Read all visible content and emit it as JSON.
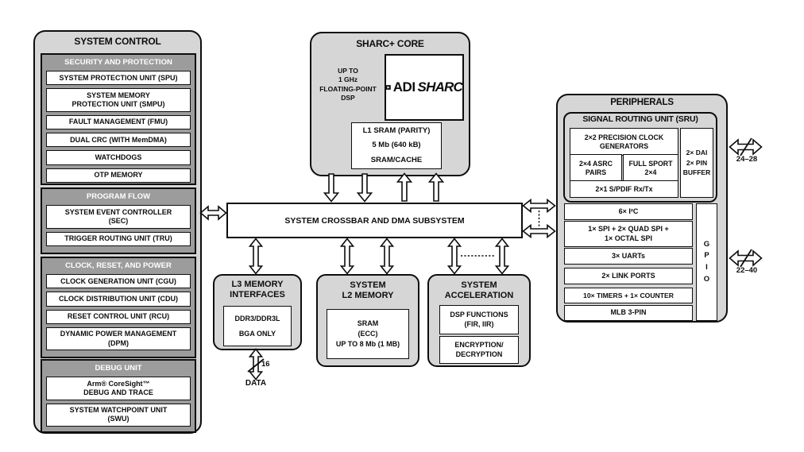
{
  "system_control": {
    "title": "SYSTEM CONTROL",
    "sections": [
      {
        "header": "SECURITY AND PROTECTION",
        "items": [
          "SYSTEM PROTECTION UNIT (SPU)",
          "SYSTEM MEMORY\nPROTECTION UNIT (SMPU)",
          "FAULT MANAGEMENT (FMU)",
          "DUAL CRC (WITH MemDMA)",
          "WATCHDOGS",
          "OTP MEMORY"
        ]
      },
      {
        "header": "PROGRAM FLOW",
        "items": [
          "SYSTEM EVENT CONTROLLER\n(SEC)",
          "TRIGGER ROUTING UNIT (TRU)"
        ]
      },
      {
        "header": "CLOCK, RESET, AND POWER",
        "items": [
          "CLOCK GENERATION UNIT (CGU)",
          "CLOCK DISTRIBUTION UNIT (CDU)",
          "RESET CONTROL UNIT (RCU)",
          "DYNAMIC POWER MANAGEMENT\n(DPM)"
        ]
      },
      {
        "header": "DEBUG UNIT",
        "items": [
          "Arm® CoreSight™\nDEBUG AND TRACE",
          "SYSTEM WATCHPOINT UNIT\n(SWU)"
        ]
      }
    ]
  },
  "sharc_core": {
    "title": "SHARC+ CORE",
    "dsp_text": "UP TO\n1 GHz\nFLOATING-POINT\nDSP",
    "logo_adi": "ADI",
    "logo_sharc": "SHARC",
    "l1_text": "L1 SRAM (PARITY)\n5 Mb (640 kB)\nSRAM/CACHE"
  },
  "crossbar": {
    "label": "SYSTEM CROSSBAR AND DMA SUBSYSTEM"
  },
  "l3_memory": {
    "title": "L3 MEMORY\nINTERFACES",
    "box": "DDR3/DDR3L\nBGA ONLY",
    "bus_width": "16",
    "bus_label": "DATA"
  },
  "l2_memory": {
    "title": "SYSTEM\nL2 MEMORY",
    "box": "SRAM\n(ECC)\nUP TO 8 Mb (1 MB)"
  },
  "acceleration": {
    "title": "SYSTEM\nACCELERATION",
    "boxes": [
      "DSP FUNCTIONS\n(FIR, IIR)",
      "ENCRYPTION/\nDECRYPTION"
    ]
  },
  "peripherals": {
    "title": "PERIPHERALS",
    "sru": {
      "title": "SIGNAL ROUTING UNIT (SRU)",
      "clock_gen": "2×2 PRECISION CLOCK\nGENERATORS",
      "asrc": "2×4 ASRC\nPAIRS",
      "sport": "FULL SPORT\n2×4",
      "spdif": "2×1 S/PDIF Rx/Tx",
      "dai": "2× DAI\n2× PIN\nBUFFER"
    },
    "items": [
      "6× I²C",
      "1× SPI + 2× QUAD SPI +\n1× OCTAL SPI",
      "3× UARTs",
      "2× LINK PORTS",
      "10× TIMERS + 1× COUNTER",
      "MLB 3-PIN"
    ],
    "gpio": "G\nP\nI\nO",
    "dai_bus_label": "24–28",
    "gpio_bus_label": "22–40"
  },
  "colors": {
    "panel_bg": "#d6d6d6",
    "section_bg": "#9c9c9c",
    "box_bg": "#ffffff",
    "border": "#0d0d0d"
  }
}
